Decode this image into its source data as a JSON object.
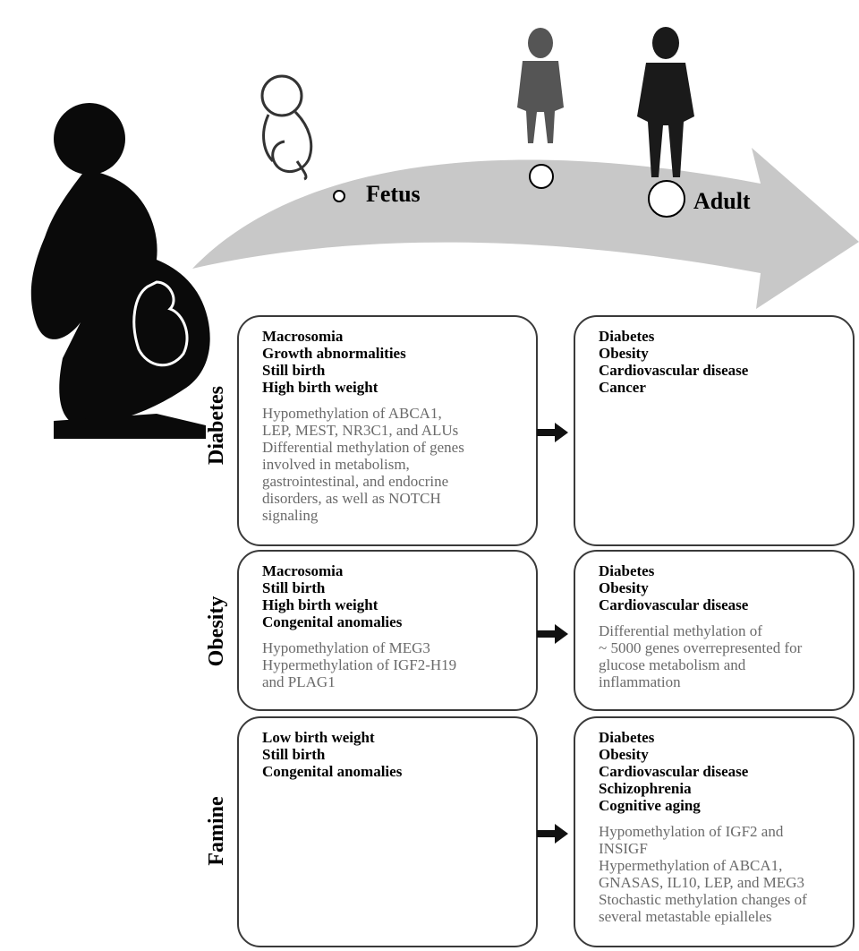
{
  "stages": {
    "fetus": "Fetus",
    "adult": "Adult"
  },
  "exposures": [
    {
      "label": "Diabetes",
      "offspring_outcomes": [
        "Macrosomia",
        "Growth abnormalities",
        "Still birth",
        "High birth weight"
      ],
      "offspring_notes": [
        "Hypomethylation of ABCA1,",
        "LEP, MEST, NR3C1, and ALUs",
        "Differential methylation of genes",
        "involved in metabolism,",
        "gastrointestinal, and endocrine",
        "disorders, as well as NOTCH",
        "signaling"
      ],
      "adult_outcomes": [
        "Diabetes",
        "Obesity",
        "Cardiovascular disease",
        "Cancer"
      ],
      "adult_notes": []
    },
    {
      "label": "Obesity",
      "offspring_outcomes": [
        "Macrosomia",
        "Still birth",
        "High birth weight",
        "Congenital anomalies"
      ],
      "offspring_notes": [
        "Hypomethylation of MEG3",
        "Hypermethylation of IGF2-H19",
        "and PLAG1"
      ],
      "adult_outcomes": [
        "Diabetes",
        "Obesity",
        "Cardiovascular disease"
      ],
      "adult_notes": [
        "Differential methylation of",
        "~ 5000 genes overrepresented for",
        "glucose metabolism and",
        "inflammation"
      ]
    },
    {
      "label": "Famine",
      "offspring_outcomes": [
        "Low birth weight",
        "Still birth",
        "Congenital anomalies"
      ],
      "offspring_notes": [],
      "adult_outcomes": [
        "Diabetes",
        "Obesity",
        "Cardiovascular disease",
        "Schizophrenia",
        "Cognitive aging"
      ],
      "adult_notes": [
        "Hypomethylation of IGF2 and",
        "INSIGF",
        "Hypermethylation of ABCA1,",
        "GNASAS, IL10, LEP, and MEG3",
        "Stochastic methylation changes of",
        "several metastable epialleles"
      ]
    }
  ],
  "colors": {
    "silhouette": "#0a0a0a",
    "arrow": "#c8c8c8",
    "box_border": "#3a3a3a",
    "note_text": "#6a6a6a",
    "child_figure": "#555555",
    "adult_figure": "#1a1a1a"
  },
  "icons": {
    "pregnant_woman": "pregnant-woman-silhouette-icon",
    "fetus": "fetus-drawing-icon",
    "child": "child-silhouette-icon",
    "adult": "adult-silhouette-icon",
    "arrow": "right-arrow-icon"
  }
}
